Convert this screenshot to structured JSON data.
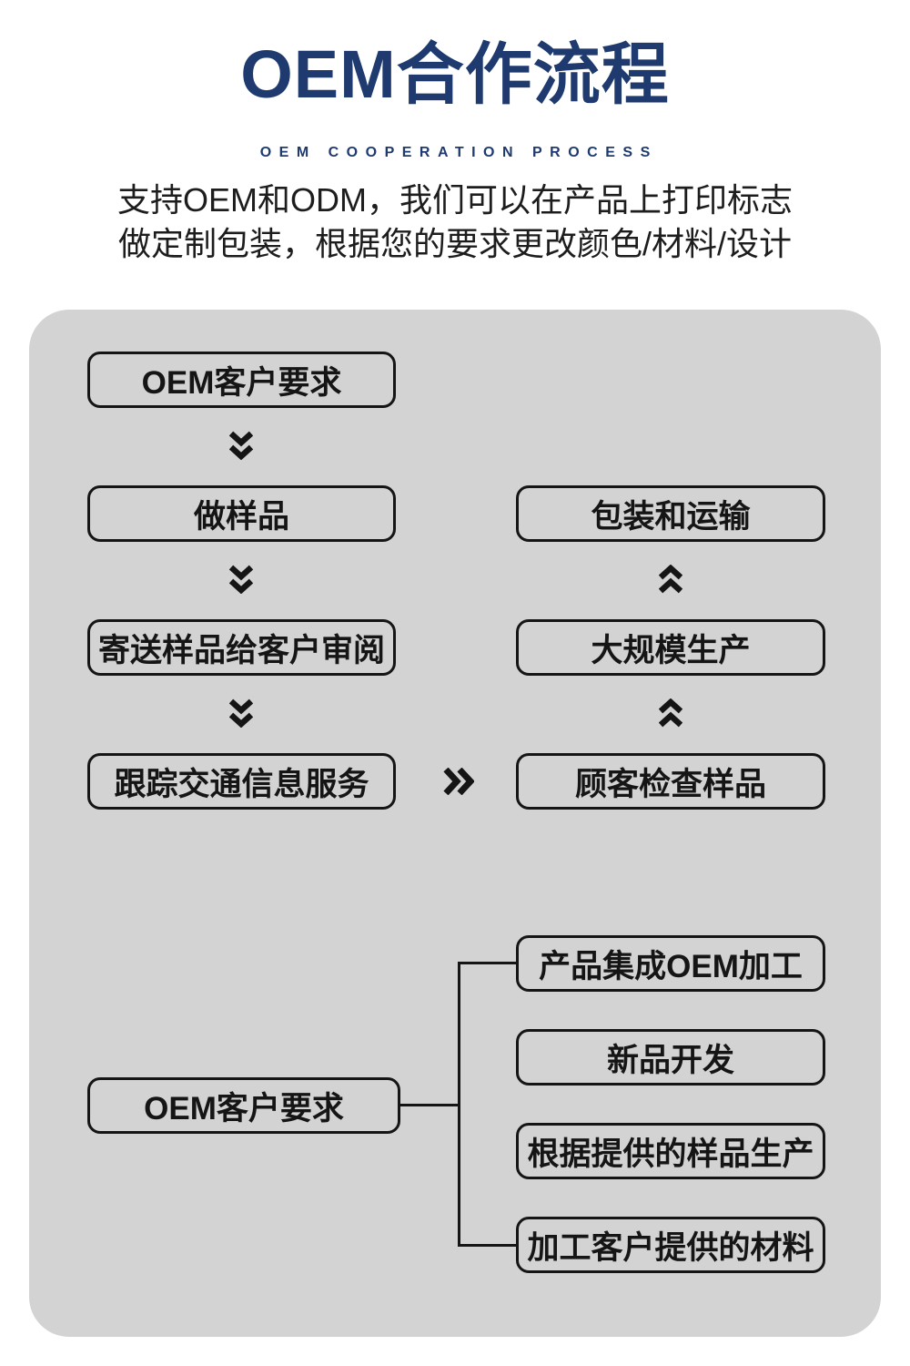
{
  "title": "OEM合作流程",
  "subtitle": "OEM COOPERATION PROCESS",
  "description": {
    "line1": "支持OEM和ODM，我们可以在产品上打印标志",
    "line2": "做定制包装，根据您的要求更改颜色/材料/设计"
  },
  "colors": {
    "accent_navy": "#1e3a6f",
    "panel_bg": "#d3d3d3",
    "line_and_border": "#151515"
  },
  "flowchart": {
    "left_column": [
      "OEM客户要求",
      "做样品",
      "寄送样品给客户审阅",
      "跟踪交通信息服务"
    ],
    "right_column": [
      "包装和运输",
      "大规模生产",
      "顾客检查样品"
    ],
    "tree": {
      "root": "OEM客户要求",
      "branches": [
        "产品集成OEM加工",
        "新品开发",
        "根据提供的样品生产",
        "加工客户提供的材料"
      ]
    }
  }
}
